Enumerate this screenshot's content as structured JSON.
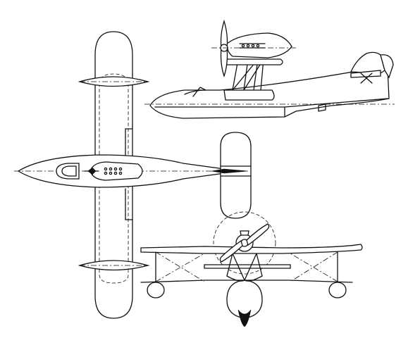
{
  "colors": {
    "background": "#ffffff",
    "ink": "#111111"
  },
  "views": {
    "top": "plan-view",
    "side": "side-elevation",
    "front": "front-elevation"
  }
}
